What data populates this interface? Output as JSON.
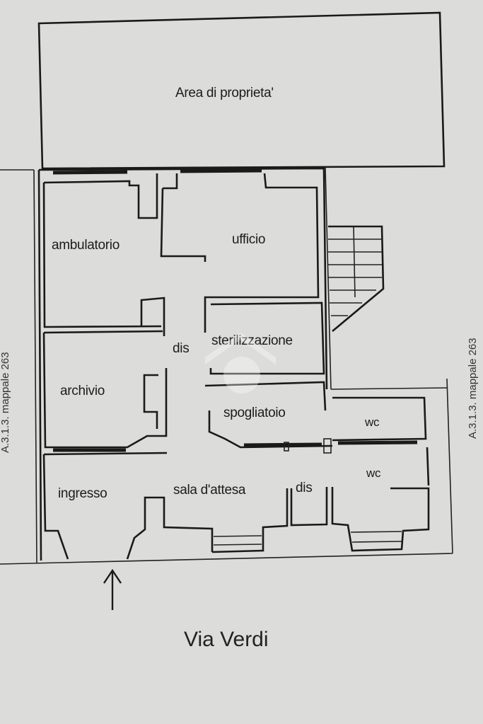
{
  "plan": {
    "area_label": "Area di proprieta'",
    "rooms": {
      "ambulatorio": "ambulatorio",
      "ufficio": "ufficio",
      "dis_center": "dis",
      "sterilizzazione": "sterilizzazione",
      "archivio": "archivio",
      "spogliatoio": "spogliatoio",
      "wc_upper": "wc",
      "wc_lower": "wc",
      "ingresso": "ingresso",
      "sala_attesa": "sala d'attesa",
      "dis_lower": "dis"
    },
    "street": "Via Verdi",
    "left_neighbor": "A.3.1.3. mappale 263",
    "right_neighbor": "A.3.1.3. mappale 263"
  },
  "colors": {
    "paper": "#dcdcda",
    "ink": "#1a1a1a"
  }
}
